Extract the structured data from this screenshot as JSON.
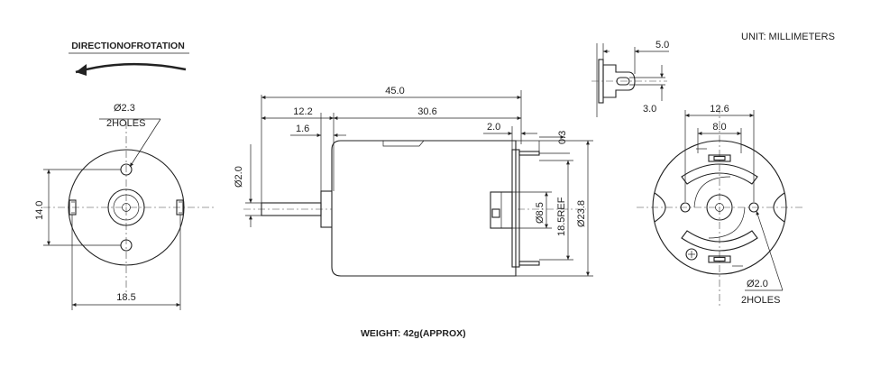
{
  "labels": {
    "direction_of_rotation": "DIRECTIONOFROTATION",
    "unit": "UNIT: MILLIMETERS",
    "weight": "WEIGHT: 42g(APPROX)",
    "left_hole_dia": "Ø2.3",
    "left_holes": "2HOLES",
    "right_hole_dia": "Ø2.0",
    "right_holes": "2HOLES"
  },
  "dimensions": {
    "left_height": "14.0",
    "left_width": "18.5",
    "overall_length": "45.0",
    "shaft_length": "12.2",
    "body_length": "30.6",
    "boss_length": "1.6",
    "terminal_offset": "2.0",
    "terminal_thickness": "0.3",
    "shaft_dia": "Ø2.0",
    "boss_dia": "Ø8.5",
    "flange_ref": "18.5REF",
    "body_dia": "Ø23.8",
    "terminal_width": "5.0",
    "terminal_hole": "3.0",
    "right_outer_span": "12.6",
    "right_inner_span": "8.0"
  }
}
